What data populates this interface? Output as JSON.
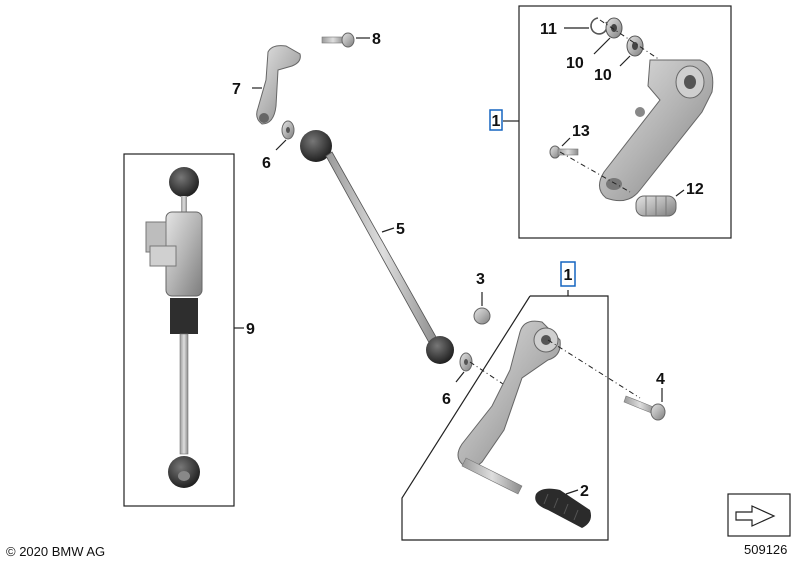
{
  "diagram": {
    "callouts": {
      "c1_top": "1",
      "c1_bottom": "1",
      "c2": "2",
      "c3": "3",
      "c4": "4",
      "c5": "5",
      "c6_top": "6",
      "c6_bottom": "6",
      "c7": "7",
      "c8": "8",
      "c9": "9",
      "c10_a": "10",
      "c10_b": "10",
      "c11": "11",
      "c12": "12",
      "c13": "13"
    },
    "copyright": "© 2020 BMW AG",
    "diagram_number": "509126"
  },
  "colors": {
    "part_metal": "#b9b9b9",
    "part_dark": "#3a3a3a",
    "frame": "#222222",
    "reference_box": "#1565c0"
  }
}
